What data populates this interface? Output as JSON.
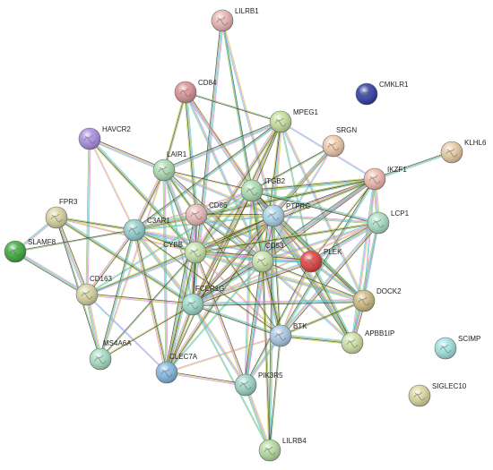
{
  "network": {
    "nodes": [
      {
        "id": "LILRB1",
        "label": "LILRB1",
        "color": "#e7b3b0"
      },
      {
        "id": "CD84",
        "label": "CD84",
        "color": "#d98f93"
      },
      {
        "id": "CMKLR1",
        "label": "CMKLR1",
        "color": "#2b3aa0"
      },
      {
        "id": "MPEG1",
        "label": "MPEG1",
        "color": "#c3df9a"
      },
      {
        "id": "HAVCR2",
        "label": "HAVCR2",
        "color": "#a98ae0"
      },
      {
        "id": "SRGN",
        "label": "SRGN",
        "color": "#f0c9a8"
      },
      {
        "id": "KLHL6",
        "label": "KLHL6",
        "color": "#e8caa0"
      },
      {
        "id": "LAIR1",
        "label": "LAIR1",
        "color": "#a9dcae"
      },
      {
        "id": "IKZF1",
        "label": "IKZF1",
        "color": "#f0b8ab"
      },
      {
        "id": "ITGB2",
        "label": "ITGB2",
        "color": "#a9dcae"
      },
      {
        "id": "FPR3",
        "label": "FPR3",
        "color": "#d8d3a0"
      },
      {
        "id": "CD86",
        "label": "CD86",
        "color": "#eab8b8"
      },
      {
        "id": "PTPRC",
        "label": "PTPRC",
        "color": "#a8d4ea"
      },
      {
        "id": "LCP1",
        "label": "LCP1",
        "color": "#a6ddc2"
      },
      {
        "id": "C3AR1",
        "label": "C3AR1",
        "color": "#8fcdcd"
      },
      {
        "id": "SLAMF8",
        "label": "SLAMF8",
        "color": "#3aa83a"
      },
      {
        "id": "CYBB",
        "label": "CYBB",
        "color": "#c7e3a8"
      },
      {
        "id": "CD53",
        "label": "CD53",
        "color": "#c7e3a8"
      },
      {
        "id": "PLEK",
        "label": "PLEK",
        "color": "#e23c3c"
      },
      {
        "id": "CD163",
        "label": "CD163",
        "color": "#d8d3a0"
      },
      {
        "id": "FCER1G",
        "label": "FCER1G",
        "color": "#9ad9c8"
      },
      {
        "id": "DOCK2",
        "label": "DOCK2",
        "color": "#cdb97e"
      },
      {
        "id": "BTK",
        "label": "BTK",
        "color": "#a8c8e6"
      },
      {
        "id": "APBB1IP",
        "label": "APBB1IP",
        "color": "#cfe0a2"
      },
      {
        "id": "MS4A6A",
        "label": "MS4A6A",
        "color": "#a6ddc2"
      },
      {
        "id": "SCIMP",
        "label": "SCIMP",
        "color": "#9ee3e0"
      },
      {
        "id": "CLEC7A",
        "label": "CLEC7A",
        "color": "#7eb6e0"
      },
      {
        "id": "PIK3R5",
        "label": "PIK3R5",
        "color": "#9bd5c3"
      },
      {
        "id": "SIGLEC10",
        "label": "SIGLEC10",
        "color": "#dcd79c"
      },
      {
        "id": "LILRB4",
        "label": "LILRB4",
        "color": "#b6dba0"
      }
    ],
    "edges": [
      [
        "LILRB1",
        "ITGB2"
      ],
      [
        "LILRB1",
        "PTPRC"
      ],
      [
        "LILRB1",
        "FCER1G"
      ],
      [
        "LILRB1",
        "CD53"
      ],
      [
        "CD84",
        "LAIR1"
      ],
      [
        "CD84",
        "ITGB2"
      ],
      [
        "CD84",
        "PTPRC"
      ],
      [
        "CD84",
        "CD53"
      ],
      [
        "CD84",
        "CD86"
      ],
      [
        "CD84",
        "MPEG1"
      ],
      [
        "MPEG1",
        "ITGB2"
      ],
      [
        "MPEG1",
        "PTPRC"
      ],
      [
        "MPEG1",
        "IKZF1"
      ],
      [
        "MPEG1",
        "C3AR1"
      ],
      [
        "MPEG1",
        "CYBB"
      ],
      [
        "MPEG1",
        "CD53"
      ],
      [
        "MPEG1",
        "DOCK2"
      ],
      [
        "MPEG1",
        "LAIR1"
      ],
      [
        "MPEG1",
        "PLEK"
      ],
      [
        "MPEG1",
        "FCER1G"
      ],
      [
        "HAVCR2",
        "LAIR1"
      ],
      [
        "HAVCR2",
        "C3AR1"
      ],
      [
        "HAVCR2",
        "CD163"
      ],
      [
        "HAVCR2",
        "CYBB"
      ],
      [
        "SRGN",
        "ITGB2"
      ],
      [
        "SRGN",
        "PTPRC"
      ],
      [
        "SRGN",
        "FCER1G"
      ],
      [
        "SRGN",
        "CD53"
      ],
      [
        "KLHL6",
        "IKZF1"
      ],
      [
        "LAIR1",
        "C3AR1"
      ],
      [
        "LAIR1",
        "ITGB2"
      ],
      [
        "LAIR1",
        "PTPRC"
      ],
      [
        "LAIR1",
        "CYBB"
      ],
      [
        "LAIR1",
        "FCER1G"
      ],
      [
        "LAIR1",
        "CD86"
      ],
      [
        "LAIR1",
        "CD53"
      ],
      [
        "LAIR1",
        "MS4A6A"
      ],
      [
        "LAIR1",
        "CLEC7A"
      ],
      [
        "IKZF1",
        "ITGB2"
      ],
      [
        "IKZF1",
        "PTPRC"
      ],
      [
        "IKZF1",
        "CD53"
      ],
      [
        "IKZF1",
        "LCP1"
      ],
      [
        "IKZF1",
        "DOCK2"
      ],
      [
        "IKZF1",
        "BTK"
      ],
      [
        "IKZF1",
        "CYBB"
      ],
      [
        "IKZF1",
        "PLEK"
      ],
      [
        "IKZF1",
        "APBB1IP"
      ],
      [
        "IKZF1",
        "FCER1G"
      ],
      [
        "IKZF1",
        "CD86"
      ],
      [
        "IKZF1",
        "C3AR1"
      ],
      [
        "ITGB2",
        "PTPRC"
      ],
      [
        "ITGB2",
        "C3AR1"
      ],
      [
        "ITGB2",
        "CYBB"
      ],
      [
        "ITGB2",
        "CD53"
      ],
      [
        "ITGB2",
        "PLEK"
      ],
      [
        "ITGB2",
        "FCER1G"
      ],
      [
        "ITGB2",
        "BTK"
      ],
      [
        "ITGB2",
        "CD86"
      ],
      [
        "ITGB2",
        "LCP1"
      ],
      [
        "ITGB2",
        "DOCK2"
      ],
      [
        "ITGB2",
        "CLEC7A"
      ],
      [
        "ITGB2",
        "PIK3R5"
      ],
      [
        "ITGB2",
        "APBB1IP"
      ],
      [
        "ITGB2",
        "CD163"
      ],
      [
        "FPR3",
        "C3AR1"
      ],
      [
        "FPR3",
        "CD163"
      ],
      [
        "FPR3",
        "CYBB"
      ],
      [
        "FPR3",
        "SLAMF8"
      ],
      [
        "FPR3",
        "FCER1G"
      ],
      [
        "FPR3",
        "MS4A6A"
      ],
      [
        "CD86",
        "PTPRC"
      ],
      [
        "CD86",
        "C3AR1"
      ],
      [
        "CD86",
        "CYBB"
      ],
      [
        "CD86",
        "CD53"
      ],
      [
        "CD86",
        "FCER1G"
      ],
      [
        "CD86",
        "BTK"
      ],
      [
        "CD86",
        "PLEK"
      ],
      [
        "CD86",
        "CLEC7A"
      ],
      [
        "PTPRC",
        "C3AR1"
      ],
      [
        "PTPRC",
        "CYBB"
      ],
      [
        "PTPRC",
        "CD53"
      ],
      [
        "PTPRC",
        "PLEK"
      ],
      [
        "PTPRC",
        "LCP1"
      ],
      [
        "PTPRC",
        "DOCK2"
      ],
      [
        "PTPRC",
        "BTK"
      ],
      [
        "PTPRC",
        "FCER1G"
      ],
      [
        "PTPRC",
        "APBB1IP"
      ],
      [
        "PTPRC",
        "PIK3R5"
      ],
      [
        "PTPRC",
        "LILRB4"
      ],
      [
        "PTPRC",
        "CLEC7A"
      ],
      [
        "PTPRC",
        "CD163"
      ],
      [
        "LCP1",
        "CD53"
      ],
      [
        "LCP1",
        "PLEK"
      ],
      [
        "LCP1",
        "DOCK2"
      ],
      [
        "LCP1",
        "CYBB"
      ],
      [
        "LCP1",
        "BTK"
      ],
      [
        "LCP1",
        "FCER1G"
      ],
      [
        "LCP1",
        "APBB1IP"
      ],
      [
        "C3AR1",
        "CYBB"
      ],
      [
        "C3AR1",
        "SLAMF8"
      ],
      [
        "C3AR1",
        "CD163"
      ],
      [
        "C3AR1",
        "FCER1G"
      ],
      [
        "C3AR1",
        "CD53"
      ],
      [
        "C3AR1",
        "MS4A6A"
      ],
      [
        "C3AR1",
        "CLEC7A"
      ],
      [
        "C3AR1",
        "BTK"
      ],
      [
        "C3AR1",
        "PLEK"
      ],
      [
        "SLAMF8",
        "CD163"
      ],
      [
        "CYBB",
        "CD53"
      ],
      [
        "CYBB",
        "FCER1G"
      ],
      [
        "CYBB",
        "PLEK"
      ],
      [
        "CYBB",
        "BTK"
      ],
      [
        "CYBB",
        "CD163"
      ],
      [
        "CYBB",
        "CLEC7A"
      ],
      [
        "CYBB",
        "MS4A6A"
      ],
      [
        "CYBB",
        "PIK3R5"
      ],
      [
        "CYBB",
        "DOCK2"
      ],
      [
        "CD53",
        "PLEK"
      ],
      [
        "CD53",
        "FCER1G"
      ],
      [
        "CD53",
        "BTK"
      ],
      [
        "CD53",
        "DOCK2"
      ],
      [
        "CD53",
        "APBB1IP"
      ],
      [
        "CD53",
        "PIK3R5"
      ],
      [
        "CD53",
        "CLEC7A"
      ],
      [
        "CD53",
        "LILRB4"
      ],
      [
        "PLEK",
        "FCER1G"
      ],
      [
        "PLEK",
        "BTK"
      ],
      [
        "PLEK",
        "DOCK2"
      ],
      [
        "PLEK",
        "APBB1IP"
      ],
      [
        "PLEK",
        "PIK3R5"
      ],
      [
        "CD163",
        "FCER1G"
      ],
      [
        "CD163",
        "MS4A6A"
      ],
      [
        "CD163",
        "CLEC7A"
      ],
      [
        "FCER1G",
        "BTK"
      ],
      [
        "FCER1G",
        "CLEC7A"
      ],
      [
        "FCER1G",
        "MS4A6A"
      ],
      [
        "FCER1G",
        "PIK3R5"
      ],
      [
        "FCER1G",
        "DOCK2"
      ],
      [
        "FCER1G",
        "LILRB4"
      ],
      [
        "DOCK2",
        "BTK"
      ],
      [
        "DOCK2",
        "APBB1IP"
      ],
      [
        "BTK",
        "CLEC7A"
      ],
      [
        "BTK",
        "PIK3R5"
      ],
      [
        "BTK",
        "APBB1IP"
      ],
      [
        "BTK",
        "LILRB4"
      ],
      [
        "CLEC7A",
        "PIK3R5"
      ],
      [
        "PIK3R5",
        "LILRB4"
      ]
    ]
  }
}
